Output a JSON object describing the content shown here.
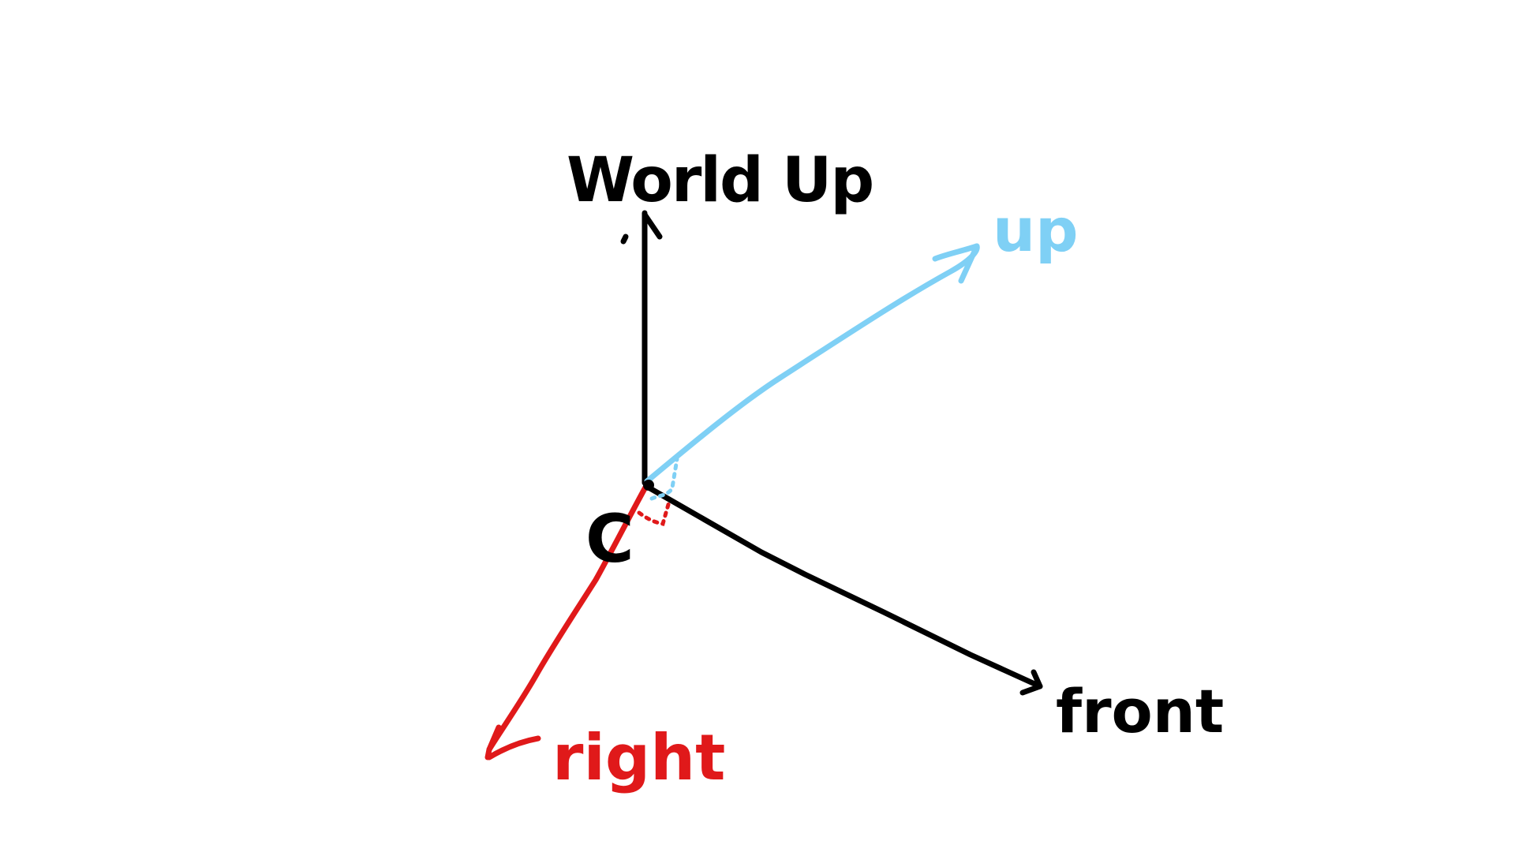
{
  "diagram": {
    "origin_label": "C",
    "vectors": [
      {
        "id": "world-up",
        "label": "World Up",
        "color": "#000000"
      },
      {
        "id": "up",
        "label": "up",
        "color": "#7fd0f5"
      },
      {
        "id": "front",
        "label": "front",
        "color": "#000000"
      },
      {
        "id": "right",
        "label": "right",
        "color": "#e0191a"
      }
    ],
    "right_angle_markers": [
      {
        "between": [
          "up",
          "front"
        ],
        "color": "#7fd0f5",
        "style": "dotted"
      },
      {
        "between": [
          "right",
          "front"
        ],
        "color": "#e0191a",
        "style": "dotted"
      }
    ]
  }
}
